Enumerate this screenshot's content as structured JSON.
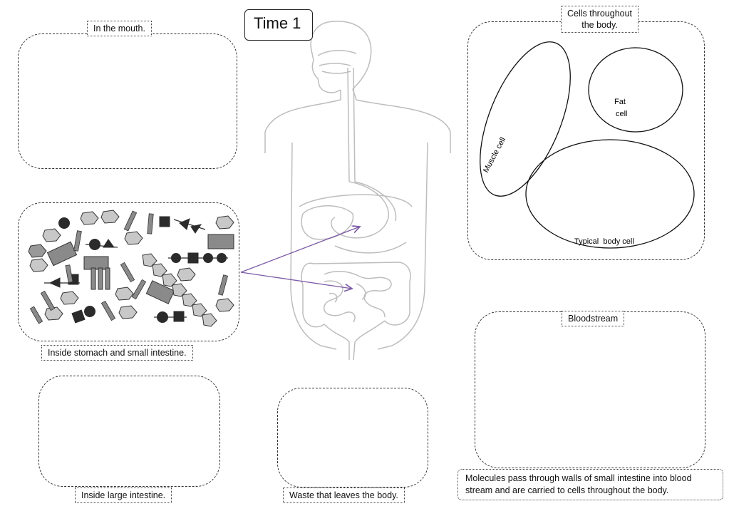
{
  "title": "Time 1",
  "labels": {
    "mouth": "In the mouth.",
    "cells_line1": "Cells throughout",
    "cells_line2": "the body.",
    "stomach": "Inside stomach and small intestine.",
    "bloodstream": "Bloodstream",
    "large_intestine": "Inside large intestine.",
    "waste": "Waste that leaves the body.",
    "transport_line1": "Molecules pass through walls of small intestine into blood",
    "transport_line2": "stream and are carried to cells throughout the body."
  },
  "cells": {
    "muscle": "Muscle cell",
    "fat_line1": "Fat",
    "fat_line2": "cell",
    "typical": "Typical  body cell"
  },
  "colors": {
    "arrow": "#7b5aa6",
    "body_outline": "#bdbdbd",
    "dark_molecule": "#2b2b2b",
    "mid_molecule": "#8a8a8a",
    "light_molecule": "#c8c8c8"
  }
}
